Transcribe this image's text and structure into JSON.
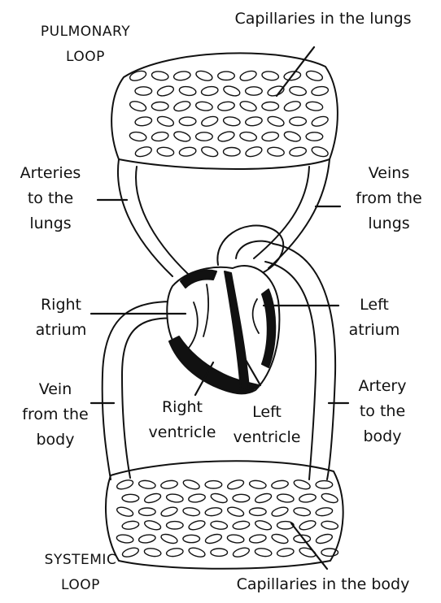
{
  "labels": {
    "pulmonary_loop": [
      "PULMONARY",
      "LOOP"
    ],
    "systemic_loop": [
      "SYSTEMIC",
      "LOOP"
    ],
    "capillaries_lungs": "Capillaries in the lungs",
    "capillaries_body": "Capillaries in the body",
    "arteries_to_lungs": [
      "Arteries",
      "to the",
      "lungs"
    ],
    "veins_from_lungs": [
      "Veins",
      "from the",
      "lungs"
    ],
    "right_atrium": [
      "Right",
      "atrium"
    ],
    "left_atrium": [
      "Left",
      "atrium"
    ],
    "vein_from_body": [
      "Vein",
      "from the",
      "body"
    ],
    "artery_to_body": [
      "Artery",
      "to the",
      "body"
    ],
    "right_ventricle": [
      "Right",
      "ventricle"
    ],
    "left_ventricle": [
      "Left",
      "ventricle"
    ]
  }
}
